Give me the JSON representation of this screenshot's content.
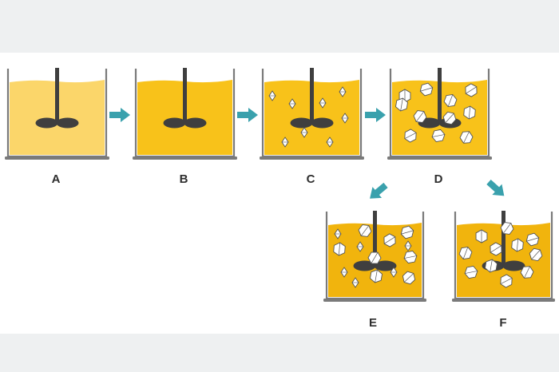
{
  "colors": {
    "background": "#eef0f1",
    "panel": "#ffffff",
    "liquid_light": "#fbd66a",
    "liquid": "#f8c21a",
    "liquid_dark": "#f1b40d",
    "vessel_wall": "#7a7a7a",
    "stirrer": "#3f3f3f",
    "arrow": "#3aa1ad",
    "crystal_fill": "#ffffff",
    "crystal_edge": "#555555"
  },
  "vessels": [
    {
      "label": "A",
      "liquid": "liquid_light",
      "crystals": []
    },
    {
      "label": "B",
      "liquid": "liquid",
      "crystals": []
    },
    {
      "label": "C",
      "liquid": "liquid",
      "crystals": [
        "small",
        "small",
        "small",
        "small",
        "small",
        "small",
        "small",
        "small"
      ]
    },
    {
      "label": "D",
      "liquid": "liquid",
      "crystals": [
        "large",
        "large",
        "large",
        "large",
        "large",
        "large",
        "large",
        "large",
        "large",
        "large",
        "large"
      ]
    },
    {
      "label": "E",
      "liquid": "liquid_dark",
      "crystals": [
        "small",
        "large",
        "large",
        "small",
        "large",
        "large",
        "small",
        "large",
        "small",
        "small",
        "large",
        "large",
        "small",
        "large"
      ]
    },
    {
      "label": "F",
      "liquid": "liquid_dark",
      "crystals": [
        "large",
        "large",
        "large",
        "large",
        "large",
        "large",
        "large",
        "large",
        "large",
        "large",
        "large"
      ]
    }
  ],
  "arrows": [
    {
      "from": "A",
      "to": "B",
      "icon": "arrow-right-icon"
    },
    {
      "from": "B",
      "to": "C",
      "icon": "arrow-right-icon"
    },
    {
      "from": "C",
      "to": "D",
      "icon": "arrow-right-icon"
    },
    {
      "from": "D",
      "to": "E",
      "icon": "arrow-down-left-icon"
    },
    {
      "from": "D",
      "to": "F",
      "icon": "arrow-down-right-icon"
    }
  ]
}
